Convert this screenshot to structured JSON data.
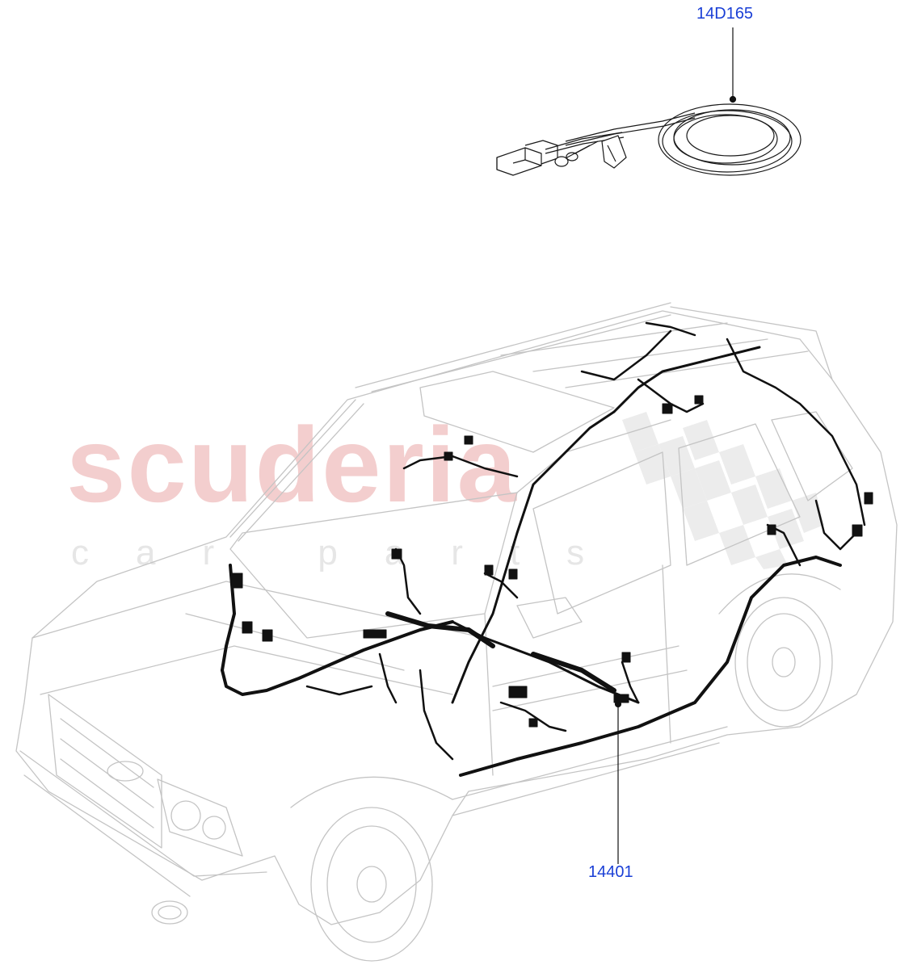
{
  "diagram": {
    "watermark": {
      "main": "scuderia",
      "sub": "car parts"
    },
    "parts": [
      {
        "id": "14D165",
        "label": "14D165"
      },
      {
        "id": "14401",
        "label": "14401"
      }
    ],
    "colors": {
      "callout": "#1a3fd6",
      "harness": "#111111",
      "vehicle_outline": "#c8c8c8",
      "watermark": "#f2c6c6"
    }
  }
}
